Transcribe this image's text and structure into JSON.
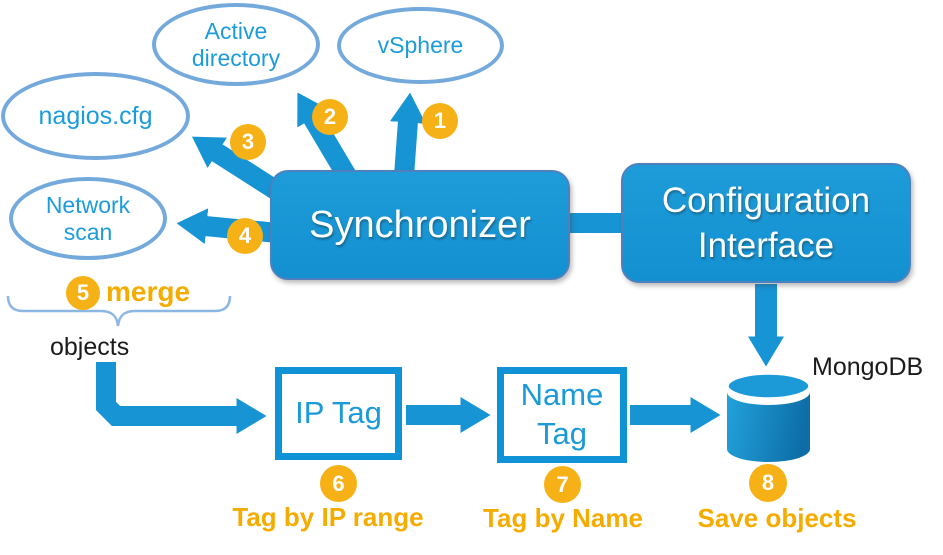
{
  "sources": {
    "vsphere": {
      "label": "vSphere"
    },
    "active_directory": {
      "line1": "Active",
      "line2": "directory"
    },
    "nagios": {
      "label": "nagios.cfg"
    },
    "network_scan": {
      "line1": "Network",
      "line2": "scan"
    }
  },
  "processes": {
    "synchronizer": "Synchronizer",
    "configuration_interface": {
      "line1": "Configuration",
      "line2": "Interface"
    },
    "ip_tag": "IP Tag",
    "name_tag": {
      "line1": "Name",
      "line2": "Tag"
    }
  },
  "database": {
    "label": "MongoDB"
  },
  "steps": {
    "s1": "1",
    "s2": "2",
    "s3": "3",
    "s4": "4",
    "s5": "5",
    "s6": "6",
    "s7": "7",
    "s8": "8"
  },
  "annotations": {
    "merge": "merge",
    "objects": "objects",
    "tag_by_ip_range": "Tag by IP range",
    "tag_by_name": "Tag by Name",
    "save_objects": "Save objects"
  },
  "colors": {
    "primary_blue": "#1794D4",
    "ellipse_stroke": "#74A9DC",
    "label_blue": "#1C9CDB",
    "gold_badge": "#F6B117",
    "gold_text": "#F5AC00",
    "box_border": "#4E80BE",
    "text_black": "#1A1A1A"
  }
}
